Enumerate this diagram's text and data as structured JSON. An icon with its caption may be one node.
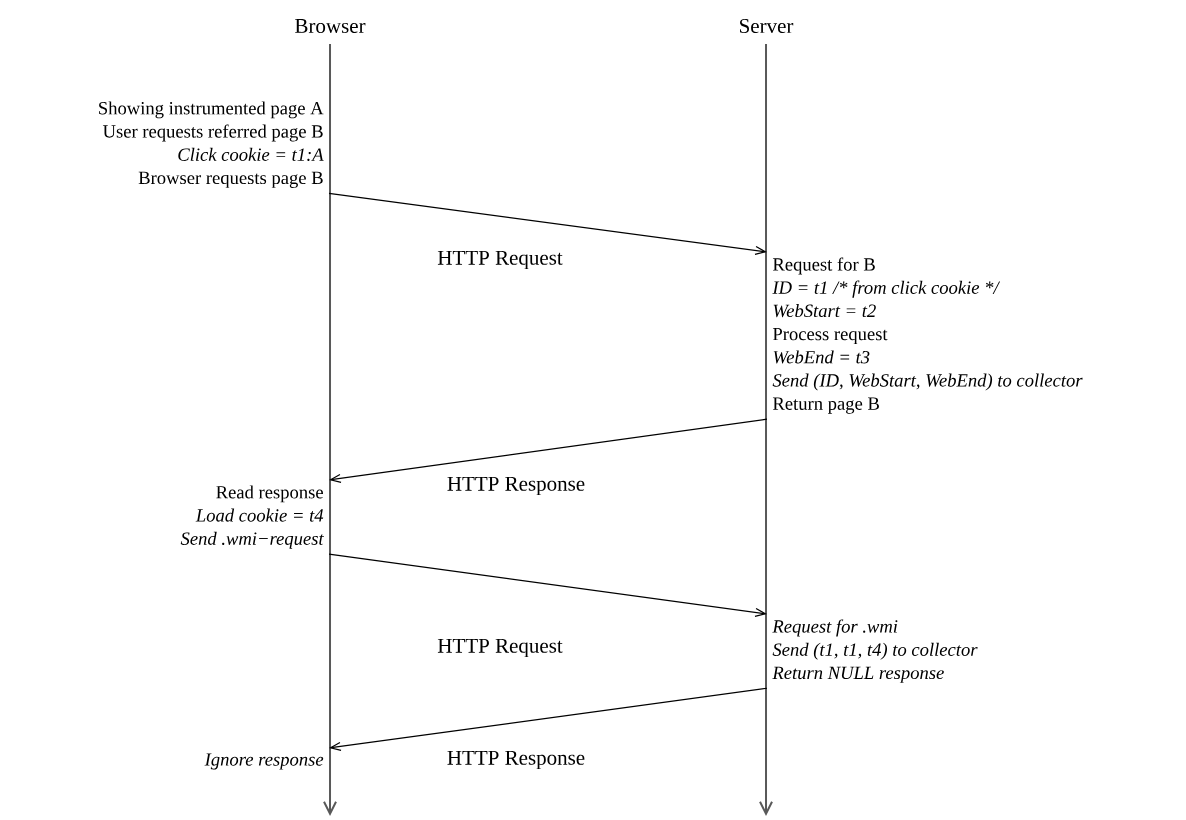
{
  "diagram": {
    "nodes": [
      {
        "text": [
          "Showing instrumented page A",
          "User requests referred page B",
          "Click cookie = t1:A",
          "Browser requests page B"
        ]
      },
      {
        "text": [
          "Request for B",
          "ID = t1 /* from click cookie */",
          "WebStart = t2",
          "Process request",
          "WebEnd = t3",
          "Send (ID, WebStart, WebEnd) to collector",
          "Return page B"
        ]
      },
      {
        "text": [
          "Read response",
          "Load cookie = t4",
          "Send .wmi−request"
        ]
      },
      {
        "text": [
          "Request for .wmi",
          "Send (t1, t1, t4) to collector",
          "Return NULL response"
        ]
      },
      {
        "text": [
          "Ignore response"
        ]
      }
    ],
    "edges": [
      {
        "from": 0,
        "to": 1,
        "arrow": "to",
        "label": "HTTP Request"
      },
      {
        "from": 1,
        "to": 2,
        "arrow": "to",
        "label": "HTTP Response"
      },
      {
        "from": 2,
        "to": 3,
        "arrow": "to",
        "label": "HTTP Request"
      },
      {
        "from": 3,
        "to": 4,
        "arrow": "to",
        "label": "HTTP Response"
      }
    ],
    "labels": [
      "Browser",
      "Server"
    ]
  }
}
